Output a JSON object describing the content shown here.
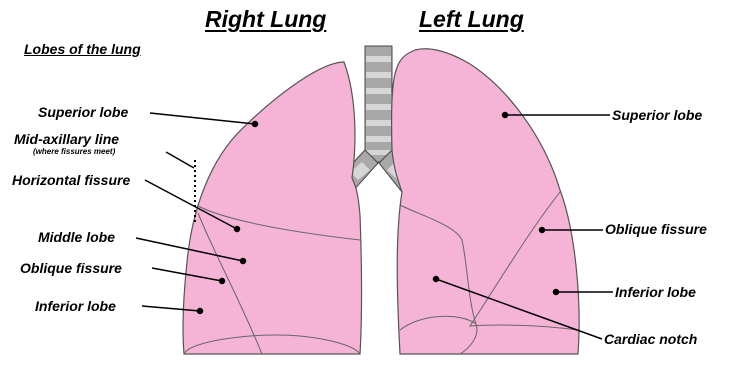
{
  "titles": {
    "right": "Right Lung",
    "left": "Left Lung",
    "section": "Lobes of the lung"
  },
  "labels_right": {
    "superior": "Superior lobe",
    "midaxillary": "Mid-axillary line",
    "midaxillary_note": "(where fissures meet)",
    "horizontal": "Horizontal fissure",
    "middle": "Middle lobe",
    "oblique": "Oblique fissure",
    "inferior": "Inferior lobe"
  },
  "labels_left": {
    "superior": "Superior lobe",
    "oblique": "Oblique fissure",
    "inferior": "Inferior lobe",
    "cardiac": "Cardiac notch"
  },
  "colors": {
    "lung_fill": "#f5b3d6",
    "lung_stroke": "#555555",
    "trachea_fill": "#a8a8a8",
    "trachea_ring": "#d6d6d6"
  }
}
